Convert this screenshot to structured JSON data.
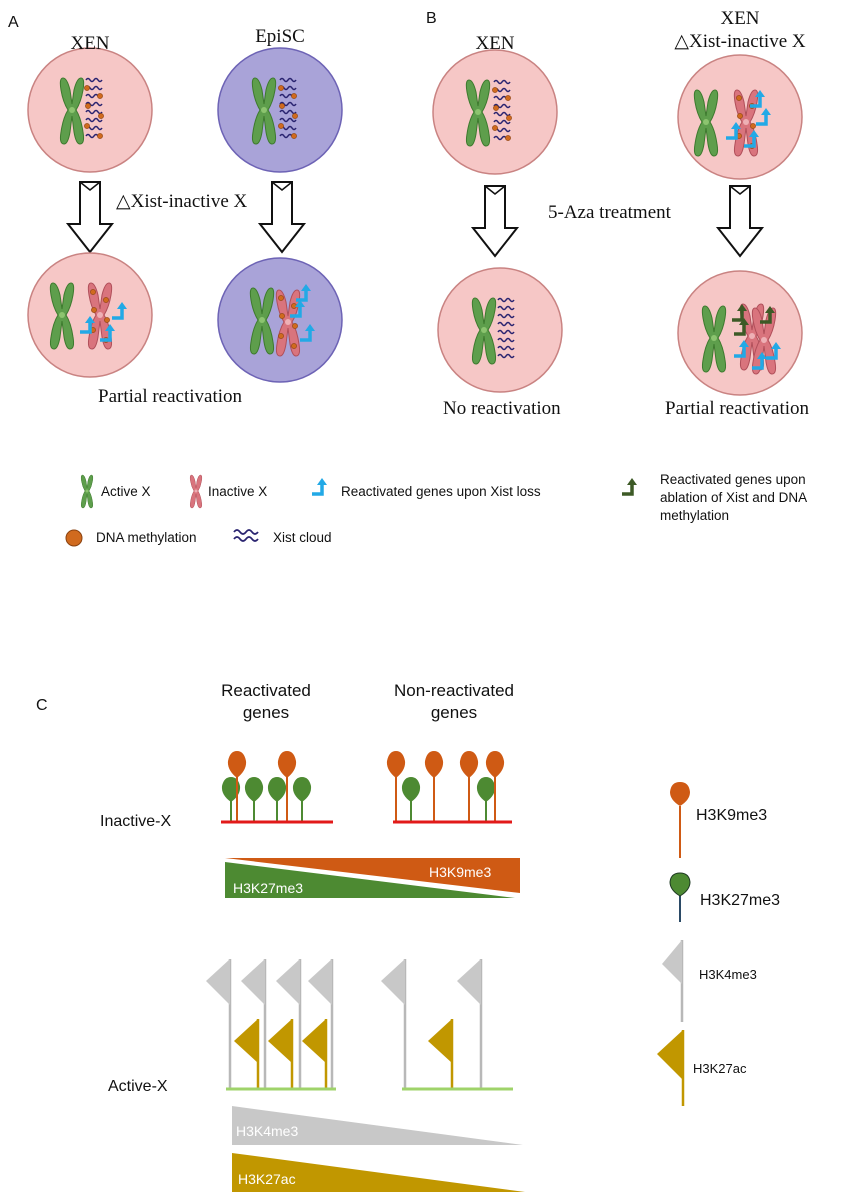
{
  "panel_a": {
    "letter": "A",
    "cell1_title": "XEN",
    "cell2_title": "EpiSC",
    "treatment": "△Xist-inactive X",
    "result": "Partial reactivation"
  },
  "panel_b": {
    "letter": "B",
    "cell1_title": "XEN",
    "cell2_title_line1": "XEN",
    "cell2_title_line2": "△Xist-inactive X",
    "treatment": "5-Aza treatment",
    "result1": "No reactivation",
    "result2": "Partial reactivation"
  },
  "legend": {
    "active_x": "Active X",
    "inactive_x": "Inactive X",
    "reactivated_xist": "Reactivated genes upon Xist loss",
    "reactivated_both_1": "Reactivated genes upon",
    "reactivated_both_2": "ablation of  Xist and DNA",
    "reactivated_both_3": "methylation",
    "dna_methylation": "DNA methylation",
    "xist_cloud": "Xist cloud"
  },
  "panel_c": {
    "letter": "C",
    "reactivated_1": "Reactivated",
    "reactivated_2": "genes",
    "nonreactivated_1": "Non-reactivated",
    "nonreactivated_2": "genes",
    "inactive_x": "Inactive-X",
    "active_x": "Active-X",
    "wedge_h3k27me3": "H3K27me3",
    "wedge_h3k9me3": "H3K9me3",
    "wedge_h3k4me3": "H3K4me3",
    "wedge_h3k27ac": "H3K27ac"
  },
  "marks_legend": {
    "h3k9me3": "H3K9me3",
    "h3k27me3": "H3K27me3",
    "h3k4me3": "H3K4me3",
    "h3k27ac": "H3K27ac"
  },
  "colors": {
    "cell_pink": "#f6c7c6",
    "cell_purple": "#a9a3d8",
    "active_x": "#5e9e4c",
    "inactive_x": "#d9747d",
    "reactivated_blue": "#22a9e6",
    "reactivated_darkgreen": "#3d5a26",
    "methylation": "#d06a1e",
    "h3k9me3": "#cf5a14",
    "h3k27me3": "#4d8a32",
    "h3k4me3": "#c8c8c8",
    "h3k27ac": "#c19700",
    "line_red": "#e21a1a",
    "line_green": "#9fd36a"
  }
}
